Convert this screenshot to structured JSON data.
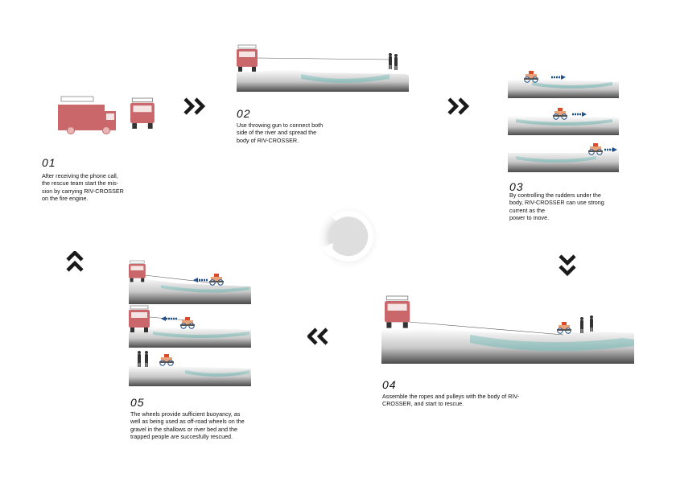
{
  "steps": [
    {
      "number": "01",
      "text": "After receiving the phone call,\nthe rescue team start the mis-\nsion by carrying RIV-CROSSER\non the fire engine."
    },
    {
      "number": "02",
      "text": "Use throwing gun to connect both\nside of the river and spread the\nbody of RIV-CROSSER."
    },
    {
      "number": "03",
      "text": "By controlling the rudders under the\nbody, RIV-CROSSER can use strong\ncurrent as the\npower to move."
    },
    {
      "number": "04",
      "text": "Assemble the ropes and pulleys with the body of RIV-\nCROSSER, and start to rescue."
    },
    {
      "number": "05",
      "text": "The wheels provide sufficient buoyancy, as\nwell as being used as off-road wheels on the\ngravel in the shallows or river bed and the\ntrapped people are succesfully rescued."
    }
  ],
  "colors": {
    "truck": "#c9676a",
    "water": "#a9cccb",
    "ground_dark": "#5a5a5a",
    "arrow_blue": "#1e4f8f",
    "chevron": "#1a1a1a",
    "cycle": "#f2f2f2"
  },
  "icons": [
    "fire-engine-icon",
    "chevron-right-icon",
    "chevron-down-icon",
    "chevron-left-icon",
    "chevron-up-icon",
    "cycle-arrow-icon",
    "person-icon",
    "riv-crosser-icon"
  ]
}
